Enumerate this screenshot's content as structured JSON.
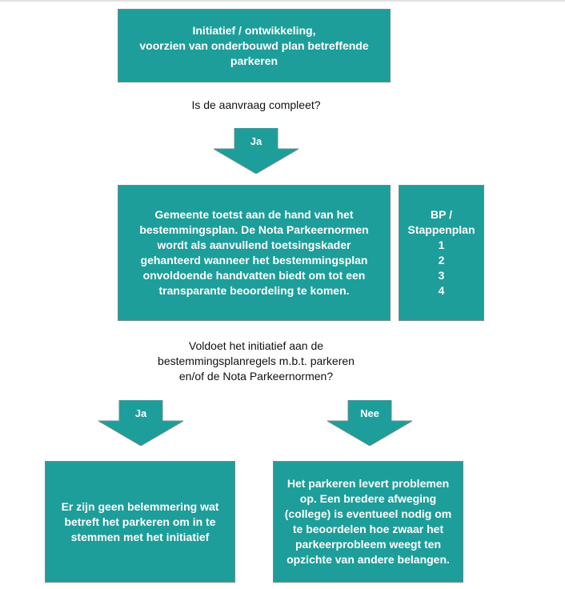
{
  "colors": {
    "box": "#1d9e9a",
    "border": "#6a8f8d",
    "text_on_box": "#ffffff"
  },
  "boxes": {
    "start": "Initiatief / ontwikkeling,\nvoorzien van onderbouwd plan betreffende\nparkeren",
    "check": "Gemeente toetst aan de hand van het\nbestemmingsplan. De Nota Parkeernormen\nwordt als aanvullend toetsingskader\ngehanteerd wanneer het bestemmingsplan\nonvoldoende handvatten biedt om tot een\ntransparante beoordeling te komen.",
    "side": "BP /\nStappenplan\n1\n2\n3\n4",
    "yes_result": "Er zijn geen belemmering wat\nbetreft het parkeren om in te\nstemmen met het initiatief",
    "no_result": "Het parkeren levert problemen\nop. Een bredere afweging\n(college) is eventueel nodig om\nte beoordelen hoe zwaar het\nparkeerprobleem weegt ten\nopzichte van andere belangen."
  },
  "questions": {
    "complete": "Is de aanvraag compleet?",
    "compliant": "Voldoet het initiatief aan de\nbestemmingsplanregels m.b.t. parkeren\nen/of de Nota Parkeernormen?"
  },
  "arrows": {
    "ja1": "Ja",
    "ja2": "Ja",
    "nee": "Nee"
  }
}
